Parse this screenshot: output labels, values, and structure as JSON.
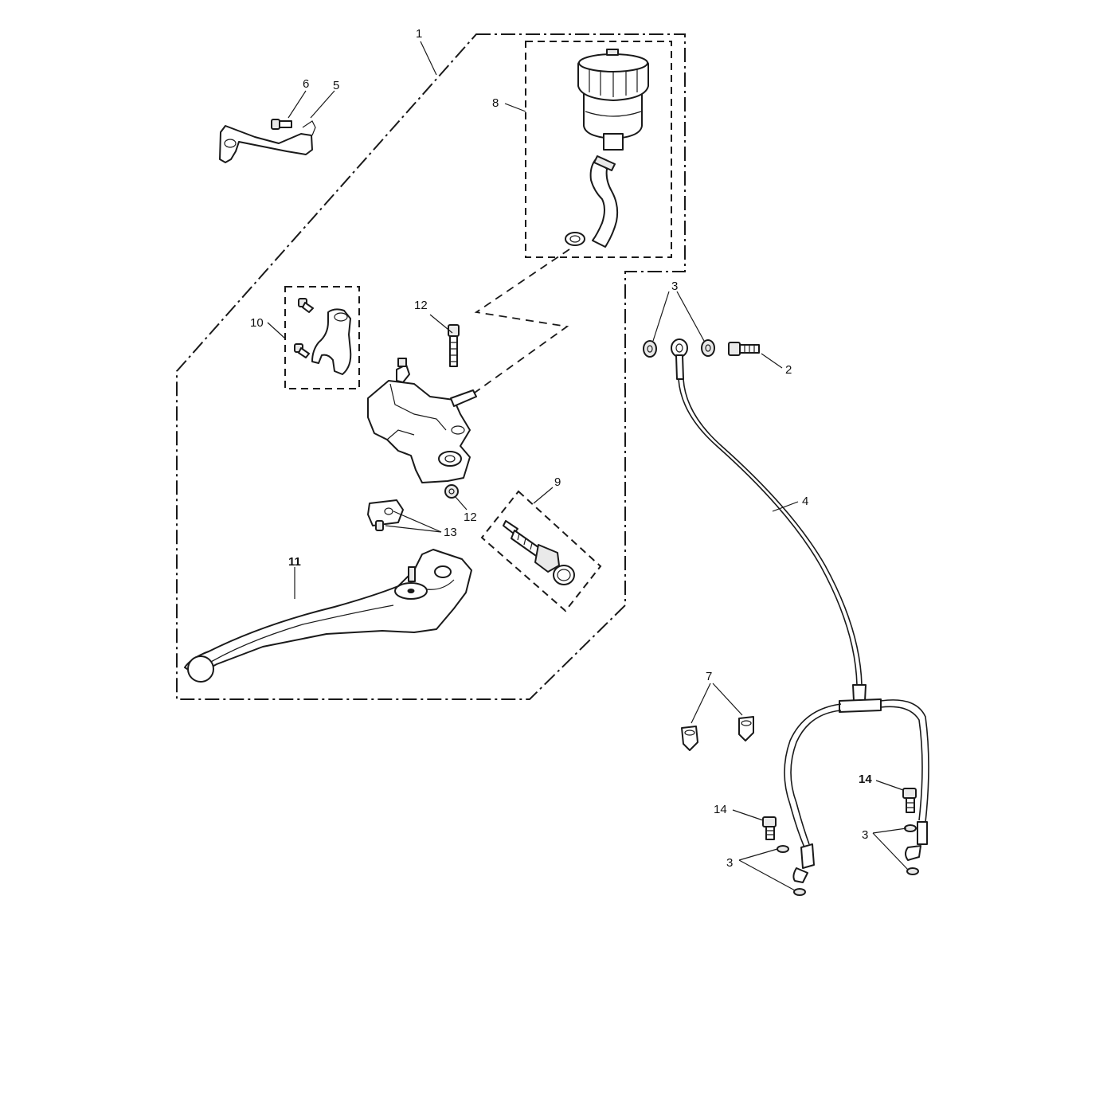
{
  "callouts": {
    "c1": "1",
    "c2": "2",
    "c3a": "3",
    "c3b": "3",
    "c3c": "3",
    "c4": "4",
    "c5": "5",
    "c6": "6",
    "c7": "7",
    "c8": "8",
    "c9": "9",
    "c10": "10",
    "c11": "11",
    "c12a": "12",
    "c12b": "12",
    "c13": "13",
    "c14a": "14",
    "c14b": "14"
  }
}
